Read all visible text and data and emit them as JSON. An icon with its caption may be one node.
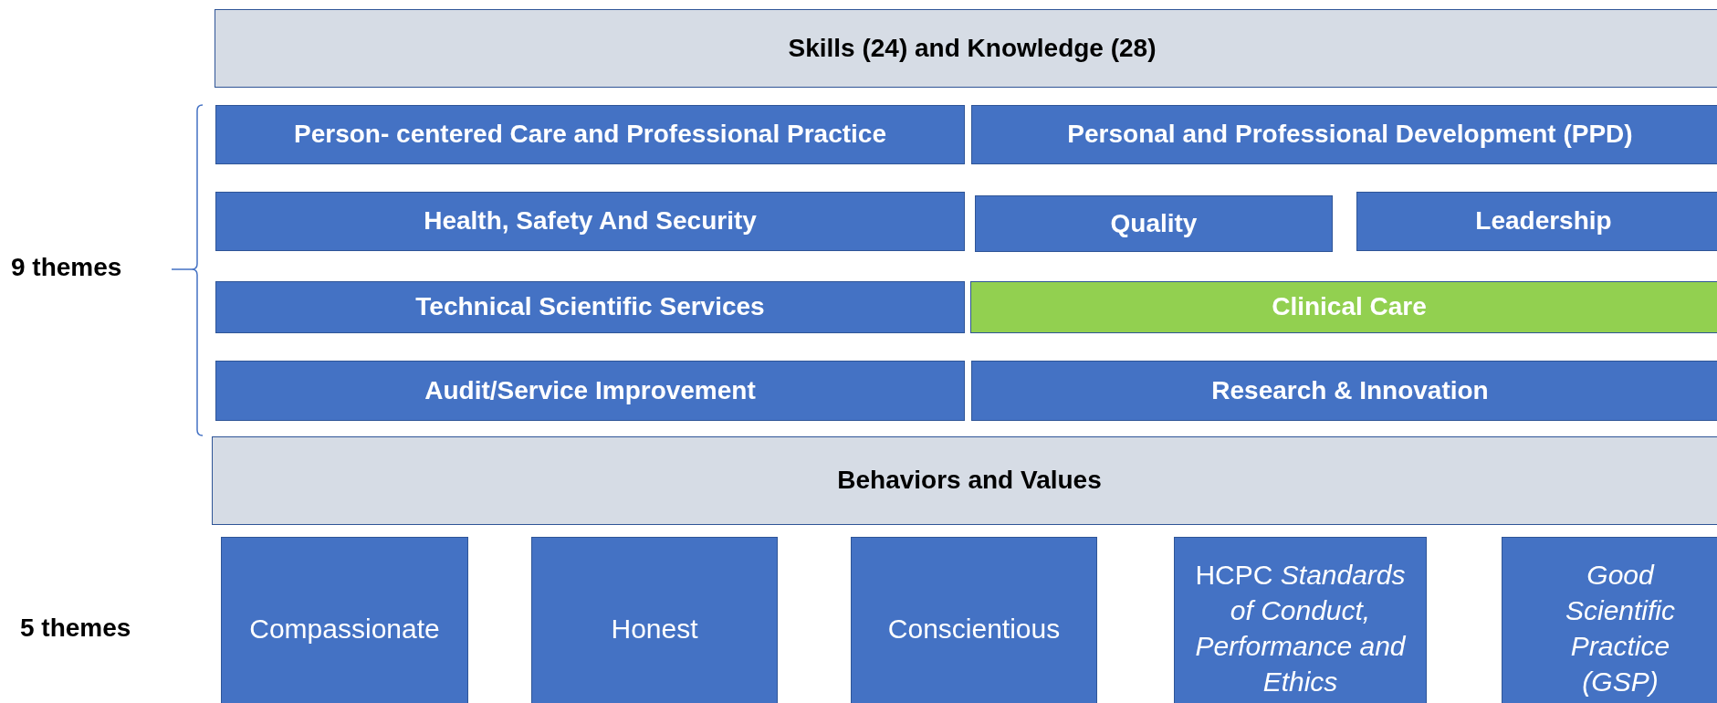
{
  "diagram": {
    "nodes": [
      {
        "text": [
          "Skills (24) and Knowledge (28)"
        ]
      },
      {
        "text": [
          "Person- centered Care and Professional Practice"
        ]
      },
      {
        "text": [
          "Personal and Professional Development (PPD)"
        ]
      },
      {
        "text": [
          "Health, Safety And Security"
        ]
      },
      {
        "text": [
          "Quality"
        ]
      },
      {
        "text": [
          "Leadership"
        ]
      },
      {
        "text": [
          "Technical  Scientific Services"
        ]
      },
      {
        "text": [
          "Clinical Care"
        ]
      },
      {
        "text": [
          "Audit/Service Improvement"
        ]
      },
      {
        "text": [
          "Research & Innovation"
        ]
      },
      {
        "text": [
          "Behaviors and Values"
        ]
      },
      {
        "text": [
          "Compassionate"
        ]
      },
      {
        "text": [
          "Honest"
        ]
      },
      {
        "text": [
          "Conscientious"
        ]
      },
      {
        "text": [
          "HCPC  *Standards of Conduct, Performance and Ethics*"
        ]
      },
      {
        "text": [
          "Good Scientific Practice (GSP)"
        ]
      }
    ],
    "labels": [
      "9 themes",
      "5 themes"
    ]
  }
}
